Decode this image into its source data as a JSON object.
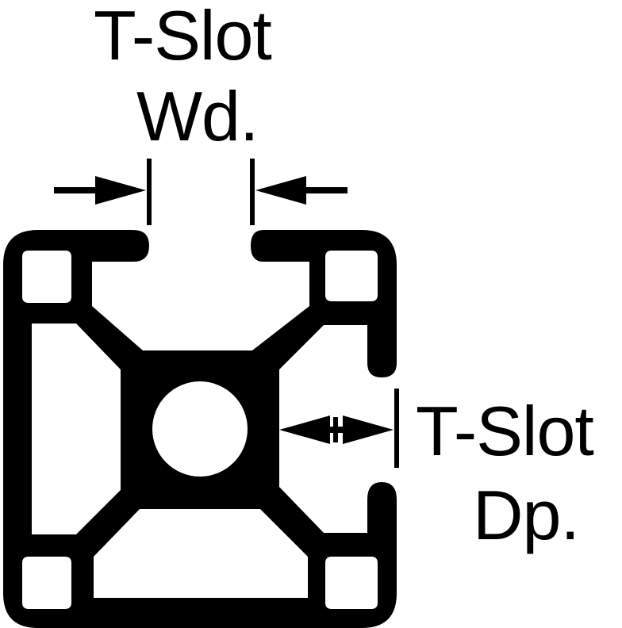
{
  "labels": {
    "width_line1": "T-Slot",
    "width_line2": "Wd.",
    "depth_line1": "T-Slot",
    "depth_line2": "Dp."
  },
  "colors": {
    "ink": "#000000",
    "background": "#ffffff"
  }
}
